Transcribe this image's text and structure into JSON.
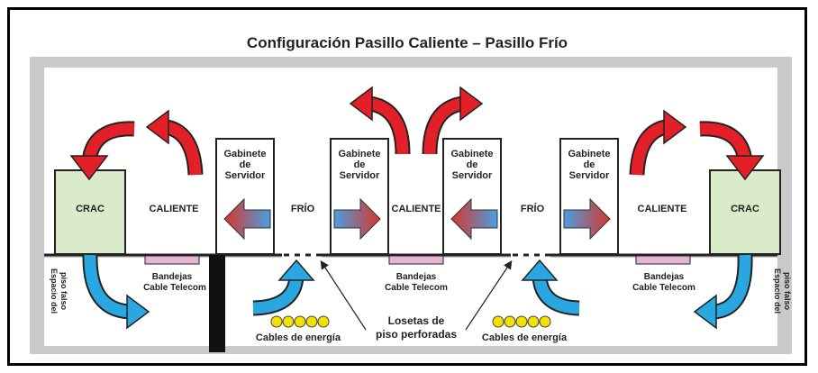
{
  "title": "Configuración Pasillo Caliente – Pasillo Frío",
  "labels": {
    "crac": "CRAC",
    "caliente": "CALIENTE",
    "frio": "FRÍO",
    "gabinete_line1": "Gabinete",
    "gabinete_line2": "de",
    "gabinete_line3": "Servidor",
    "bandejas_line1": "Bandejas",
    "bandejas_line2": "Cable Telecom",
    "cables_energia": "Cables de energía",
    "losetas_line1": "Losetas de",
    "losetas_line2": "piso perforadas",
    "espacio_line1": "Espacio del",
    "espacio_line2": "piso falso"
  },
  "colors": {
    "hot_arrow": "#e32028",
    "cold_arrow": "#2aa7e0",
    "crac_fill": "#d9ebc8",
    "band_fill": "#e6b5d3",
    "room_fill": "#c9c9c9",
    "cable_dot": "#f2e200"
  }
}
